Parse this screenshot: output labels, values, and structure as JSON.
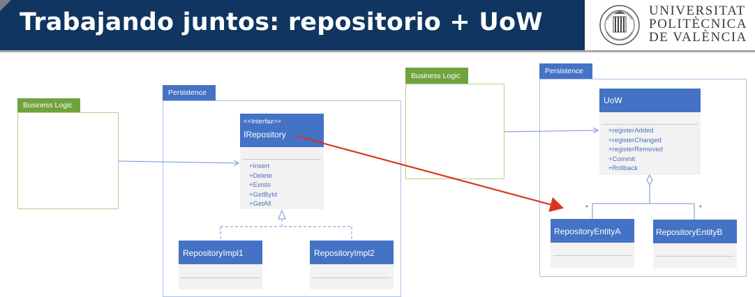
{
  "slide": {
    "title": "Trabajando juntos: repositorio + UoW"
  },
  "logo": {
    "line1": "UNIVERSITAT",
    "line2": "POLITÈCNICA",
    "line3": "DE VALÈNCIA"
  },
  "left_diagram": {
    "business_logic_label": "Business Logic",
    "persistence_label": "Persistence",
    "interface": {
      "stereotype": "<<Interfaz>>",
      "name": "IRepository",
      "operations": [
        "+Insert",
        "+Delete",
        "+Exists",
        "+GetById",
        "+GetAll"
      ]
    },
    "impl1": "RepositoryImpl1",
    "impl2": "RepositoryImpl2"
  },
  "right_diagram": {
    "business_logic_label": "Business Logic",
    "persistence_label": "Persistence",
    "uow": {
      "name": "UoW",
      "operations": [
        "+registerAdded",
        "+registerChanged",
        "+registerRemoved",
        "+Commit",
        "+Rollback"
      ]
    },
    "entity_a": "RepositoryEntityA",
    "entity_b": "RepositoryEntityB",
    "multiplicity_a": "*",
    "multiplicity_b": "*"
  }
}
